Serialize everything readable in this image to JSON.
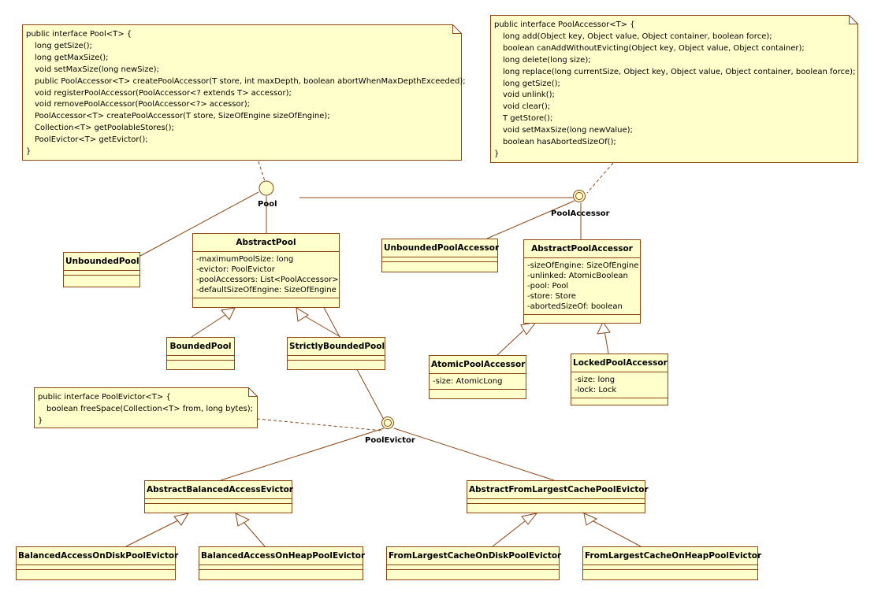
{
  "notes": {
    "pool": {
      "lines": [
        "public interface Pool<T> {",
        "    long getSize();",
        "    long getMaxSize();",
        "    void setMaxSize(long newSize);",
        "    public PoolAccessor<T> createPoolAccessor(T store, int maxDepth, boolean abortWhenMaxDepthExceeded);",
        "    void registerPoolAccessor(PoolAccessor<? extends T> accessor);",
        "    void removePoolAccessor(PoolAccessor<?> accessor);",
        "    PoolAccessor<T> createPoolAccessor(T store, SizeOfEngine sizeOfEngine);",
        "    Collection<T> getPoolableStores();",
        "    PoolEvictor<T> getEvictor();",
        "}"
      ]
    },
    "accessor": {
      "lines": [
        "public interface PoolAccessor<T> {",
        "    long add(Object key, Object value, Object container, boolean force);",
        "    boolean canAddWithoutEvicting(Object key, Object value, Object container);",
        "    long delete(long size);",
        "    long replace(long currentSize, Object key, Object value, Object container, boolean force);",
        "    long getSize();",
        "    void unlink();",
        "    void clear();",
        "    T getStore();",
        "    void setMaxSize(long newValue);",
        "    boolean hasAbortedSizeOf();",
        "}"
      ]
    },
    "evictor": {
      "lines": [
        "public interface PoolEvictor<T> {",
        "    boolean freeSpace(Collection<T> from, long bytes);",
        "}"
      ]
    }
  },
  "interfaces": {
    "pool": "Pool",
    "accessor": "PoolAccessor",
    "evictor": "PoolEvictor"
  },
  "classes": {
    "unbounded_pool": {
      "name": "UnboundedPool",
      "attrs": []
    },
    "abstract_pool": {
      "name": "AbstractPool",
      "attrs": [
        "-maximumPoolSize: long",
        "-evictor: PoolEvictor",
        "-poolAccessors: List<PoolAccessor>",
        "-defaultSizeOfEngine: SizeOfEngine"
      ]
    },
    "bounded_pool": {
      "name": "BoundedPool",
      "attrs": []
    },
    "strictly_bounded_pool": {
      "name": "StrictlyBoundedPool",
      "attrs": []
    },
    "unbounded_pool_accessor": {
      "name": "UnboundedPoolAccessor",
      "attrs": []
    },
    "abstract_pool_accessor": {
      "name": "AbstractPoolAccessor",
      "attrs": [
        "-sizeOfEngine: SizeOfEngine",
        "-unlinked: AtomicBoolean",
        "-pool: Pool",
        "-store: Store",
        "-abortedSizeOf: boolean"
      ]
    },
    "atomic_pool_accessor": {
      "name": "AtomicPoolAccessor",
      "attrs": [
        "-size: AtomicLong"
      ]
    },
    "locked_pool_accessor": {
      "name": "LockedPoolAccessor",
      "attrs": [
        "-size: long",
        "-lock: Lock"
      ]
    },
    "abstract_balanced_access_evictor": {
      "name": "AbstractBalancedAccessEvictor",
      "attrs": []
    },
    "abstract_from_largest_cache_pool_evictor": {
      "name": "AbstractFromLargestCachePoolEvictor",
      "attrs": []
    },
    "balanced_access_on_disk_pool_evictor": {
      "name": "BalancedAccessOnDiskPoolEvictor",
      "attrs": []
    },
    "balanced_access_on_heap_pool_evictor": {
      "name": "BalancedAccessOnHeapPoolEvictor",
      "attrs": []
    },
    "from_largest_cache_on_disk_pool_evictor": {
      "name": "FromLargestCacheOnDiskPoolEvictor",
      "attrs": []
    },
    "from_largest_cache_on_heap_pool_evictor": {
      "name": "FromLargestCacheOnHeapPoolEvictor",
      "attrs": []
    }
  },
  "colors": {
    "fill": "#ffffcc",
    "border": "#8b4513",
    "line": "#8b4513"
  }
}
